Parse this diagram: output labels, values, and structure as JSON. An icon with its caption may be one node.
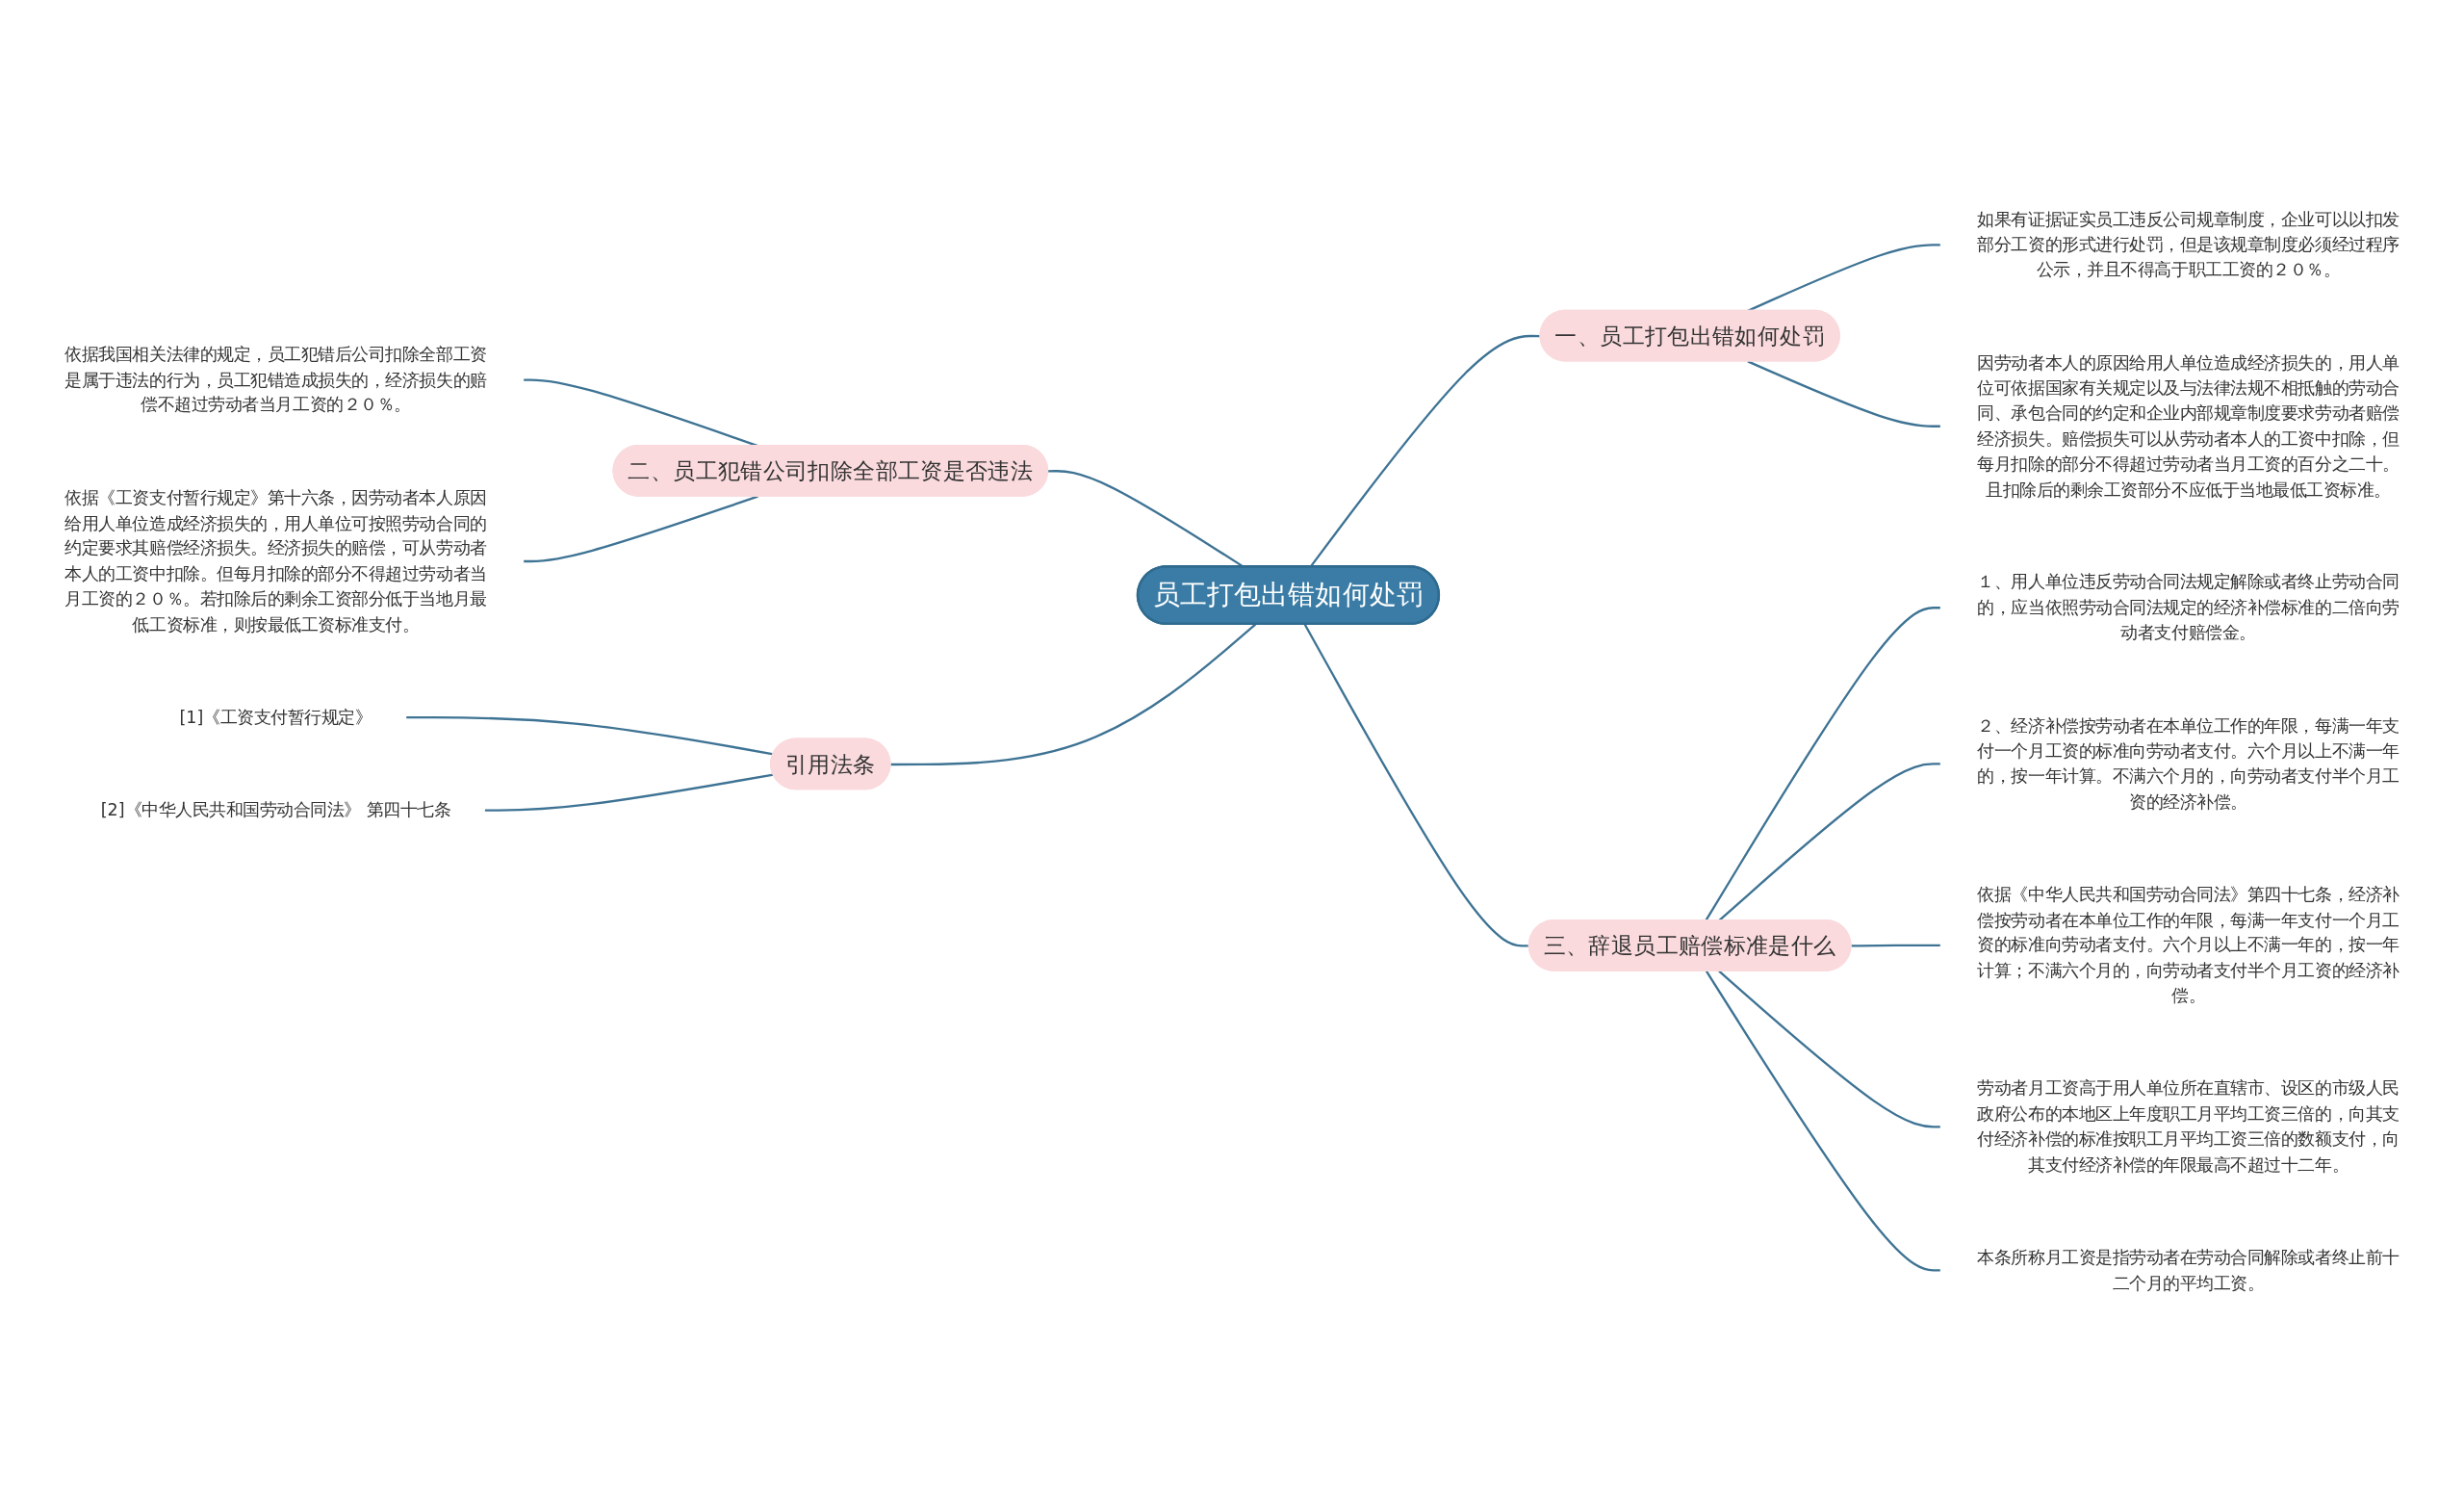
{
  "diagram": {
    "nodes": [
      {
        "text": [
          "员工打包出错如何处罚"
        ]
      },
      {
        "text": [
          "一、员工打包出错如何处罚"
        ]
      },
      {
        "text": [
          "如果有证据证实员工违反公司规章制度，企业可以以扣发部分工资的形式进行处罚，但是该规章制度必须经过程序公示，并且不得高于职工工资的２０％。"
        ]
      },
      {
        "text": [
          "因劳动者本人的原因给用人单位造成经济损失的，用人单位可依据国家有关规定以及与法律法规不相抵触的劳动合同、承包合同的约定和企业内部规章制度要求劳动者赔偿经济损失。赔偿损失可以从劳动者本人的工资中扣除，但每月扣除的部分不得超过劳动者当月工资的百分之二十。且扣除后的剩余工资部分不应低于当地最低工资标准。"
        ]
      },
      {
        "text": [
          "二、员工犯错公司扣除全部工资是否违法"
        ]
      },
      {
        "text": [
          "依据我国相关法律的规定，员工犯错后公司扣除全部工资是属于违法的行为，员工犯错造成损失的，经济损失的赔偿不超过劳动者当月工资的２０％。"
        ]
      },
      {
        "text": [
          "依据《工资支付暂行规定》第十六条，因劳动者本人原因给用人单位造成经济损失的，用人单位可按照劳动合同的约定要求其赔偿经济损失。经济损失的赔偿，可从劳动者本人的工资中扣除。但每月扣除的部分不得超过劳动者当月工资的２０％。若扣除后的剩余工资部分低于当地月最低工资标准，则按最低工资标准支付。"
        ]
      },
      {
        "text": [
          "引用法条"
        ]
      },
      {
        "text": [
          "[1]《工资支付暂行规定》"
        ]
      },
      {
        "text": [
          "[2]《中华人民共和国劳动合同法》 第四十七条"
        ]
      },
      {
        "text": [
          "三、辞退员工赔偿标准是什么"
        ]
      },
      {
        "text": [
          "１、用人单位违反劳动合同法规定解除或者终止劳动合同的，应当依照劳动合同法规定的经济补偿标准的二倍向劳动者支付赔偿金。"
        ]
      },
      {
        "text": [
          "２、经济补偿按劳动者在本单位工作的年限，每满一年支付一个月工资的标准向劳动者支付。六个月以上不满一年的，按一年计算。不满六个月的，向劳动者支付半个月工资的经济补偿。"
        ]
      },
      {
        "text": [
          "依据《中华人民共和国劳动合同法》第四十七条，经济补偿按劳动者在本单位工作的年限，每满一年支付一个月工资的标准向劳动者支付。六个月以上不满一年的，按一年计算；不满六个月的，向劳动者支付半个月工资的经济补偿。"
        ]
      },
      {
        "text": [
          "劳动者月工资高于用人单位所在直辖市、设区的市级人民政府公布的本地区上年度职工月平均工资三倍的，向其支付经济补偿的标准按职工月平均工资三倍的数额支付，向其支付经济补偿的年限最高不超过十二年。"
        ]
      },
      {
        "text": [
          "本条所称月工资是指劳动者在劳动合同解除或者终止前十二个月的平均工资。"
        ]
      }
    ],
    "edges": [
      {
        "from": 0,
        "to": 1,
        "arrow": "none"
      },
      {
        "from": 1,
        "to": 2,
        "arrow": "none"
      },
      {
        "from": 1,
        "to": 3,
        "arrow": "none"
      },
      {
        "from": 0,
        "to": 4,
        "arrow": "none"
      },
      {
        "from": 4,
        "to": 5,
        "arrow": "none"
      },
      {
        "from": 4,
        "to": 6,
        "arrow": "none"
      },
      {
        "from": 0,
        "to": 7,
        "arrow": "none"
      },
      {
        "from": 7,
        "to": 8,
        "arrow": "none"
      },
      {
        "from": 7,
        "to": 9,
        "arrow": "none"
      },
      {
        "from": 0,
        "to": 10,
        "arrow": "none"
      },
      {
        "from": 10,
        "to": 11,
        "arrow": "none"
      },
      {
        "from": 10,
        "to": 12,
        "arrow": "none"
      },
      {
        "from": 10,
        "to": 13,
        "arrow": "none"
      },
      {
        "from": 10,
        "to": 14,
        "arrow": "none"
      },
      {
        "from": 10,
        "to": 15,
        "arrow": "none"
      }
    ]
  }
}
